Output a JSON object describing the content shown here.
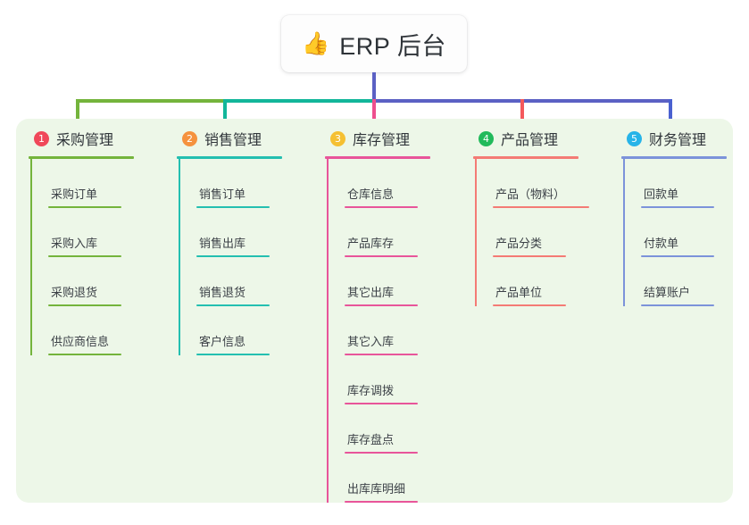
{
  "root": {
    "icon": "thumbs-up-icon",
    "emoji": "👍",
    "title": "ERP 后台"
  },
  "palette": {
    "panel_bg": "#edf7e8",
    "stem": "#5b61c4",
    "bar_green": "#74b43c",
    "bar_teal": "#12b69a",
    "bar_purple": "#5b61c4"
  },
  "columns": [
    {
      "number": "1",
      "title": "采购管理",
      "badge_color": "#f0485a",
      "line_color": "#74b43c",
      "items": [
        {
          "label": "采购订单"
        },
        {
          "label": "采购入库"
        },
        {
          "label": "采购退货"
        },
        {
          "label": "供应商信息"
        }
      ]
    },
    {
      "number": "2",
      "title": "销售管理",
      "badge_color": "#f5923e",
      "line_color": "#24bfb0",
      "items": [
        {
          "label": "销售订单"
        },
        {
          "label": "销售出库"
        },
        {
          "label": "销售退货"
        },
        {
          "label": "客户信息"
        }
      ]
    },
    {
      "number": "3",
      "title": "库存管理",
      "badge_color": "#f5c032",
      "line_color": "#e8559a",
      "items": [
        {
          "label": "仓库信息"
        },
        {
          "label": "产品库存"
        },
        {
          "label": "其它出库"
        },
        {
          "label": "其它入库"
        },
        {
          "label": "库存调拨"
        },
        {
          "label": "库存盘点"
        },
        {
          "label": "出库库明细"
        }
      ]
    },
    {
      "number": "4",
      "title": "产品管理",
      "badge_color": "#21ba5b",
      "line_color": "#f47b75",
      "items": [
        {
          "label": "产品（物料）",
          "wide": true
        },
        {
          "label": "产品分类"
        },
        {
          "label": "产品单位"
        }
      ]
    },
    {
      "number": "5",
      "title": "财务管理",
      "badge_color": "#27b4e8",
      "line_color": "#7c93da",
      "items": [
        {
          "label": "回款单"
        },
        {
          "label": "付款单"
        },
        {
          "label": "结算账户"
        }
      ]
    }
  ]
}
